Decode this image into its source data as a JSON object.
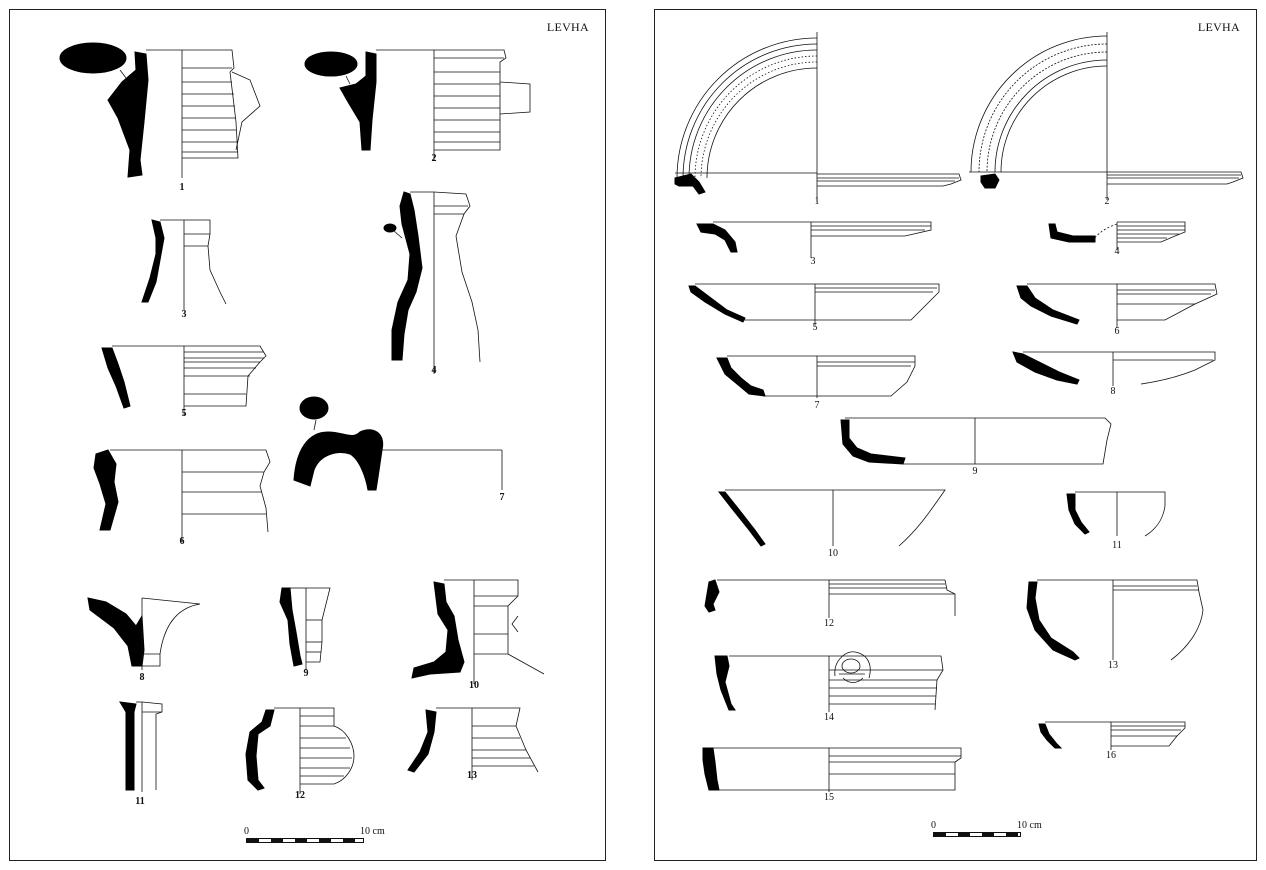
{
  "plates": [
    {
      "site_label": "LEVHA",
      "figures": [
        "1",
        "2",
        "3",
        "4",
        "5",
        "6",
        "7",
        "8",
        "9",
        "10",
        "11",
        "12",
        "13"
      ],
      "scale": {
        "start": "0",
        "end": "10 cm"
      }
    },
    {
      "site_label": "LEVHA",
      "figures": [
        "1",
        "2",
        "3",
        "4",
        "5",
        "6",
        "7",
        "8",
        "9",
        "10",
        "11",
        "12",
        "13",
        "14",
        "15",
        "16"
      ],
      "scale": {
        "start": "0",
        "end": "10 cm"
      }
    }
  ],
  "colors": {
    "ink": "#000000",
    "line": "#111111",
    "paper": "#ffffff"
  }
}
